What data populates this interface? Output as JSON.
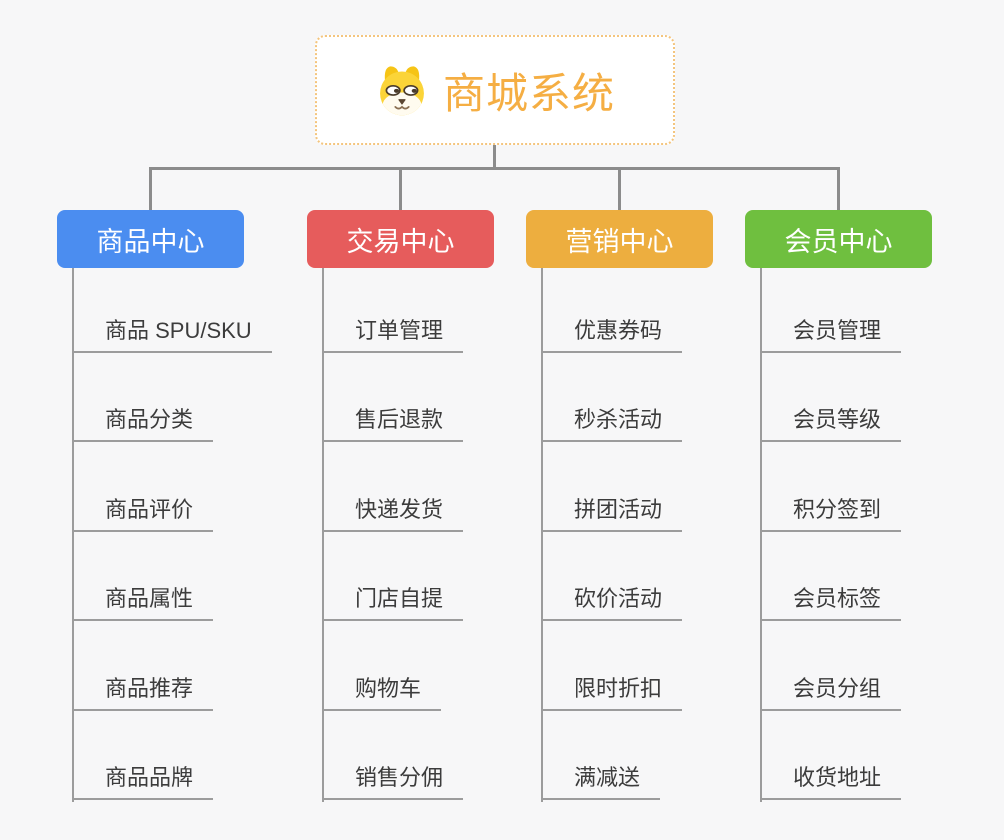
{
  "root": {
    "title": "商城系统",
    "icon": "dog-face-icon"
  },
  "branches": [
    {
      "label": "商品中心",
      "color": "#4B8DF0",
      "items": [
        "商品 SPU/SKU",
        "商品分类",
        "商品评价",
        "商品属性",
        "商品推荐",
        "商品品牌"
      ]
    },
    {
      "label": "交易中心",
      "color": "#E65C5C",
      "items": [
        "订单管理",
        "售后退款",
        "快递发货",
        "门店自提",
        "购物车",
        "销售分佣"
      ]
    },
    {
      "label": "营销中心",
      "color": "#EDAE3F",
      "items": [
        "优惠券码",
        "秒杀活动",
        "拼团活动",
        "砍价活动",
        "限时折扣",
        "满减送"
      ]
    },
    {
      "label": "会员中心",
      "color": "#6FBF3F",
      "items": [
        "会员管理",
        "会员等级",
        "积分签到",
        "会员标签",
        "会员分组",
        "收货地址"
      ]
    }
  ],
  "colors": {
    "background": "#F7F7F8",
    "connector": "#8C8C8C",
    "child_line": "#9C9C9C",
    "root_text": "#F5AE43",
    "root_border": "#F4C57E",
    "child_text": "#3C3C3C"
  }
}
